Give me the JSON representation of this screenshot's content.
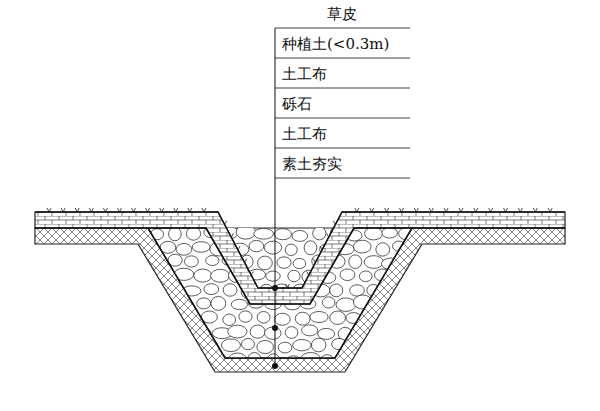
{
  "diagram": {
    "labels": [
      "草皮",
      "种植土(<0.3m)",
      "土工布",
      "砾石",
      "土工布",
      "素土夯实"
    ]
  }
}
